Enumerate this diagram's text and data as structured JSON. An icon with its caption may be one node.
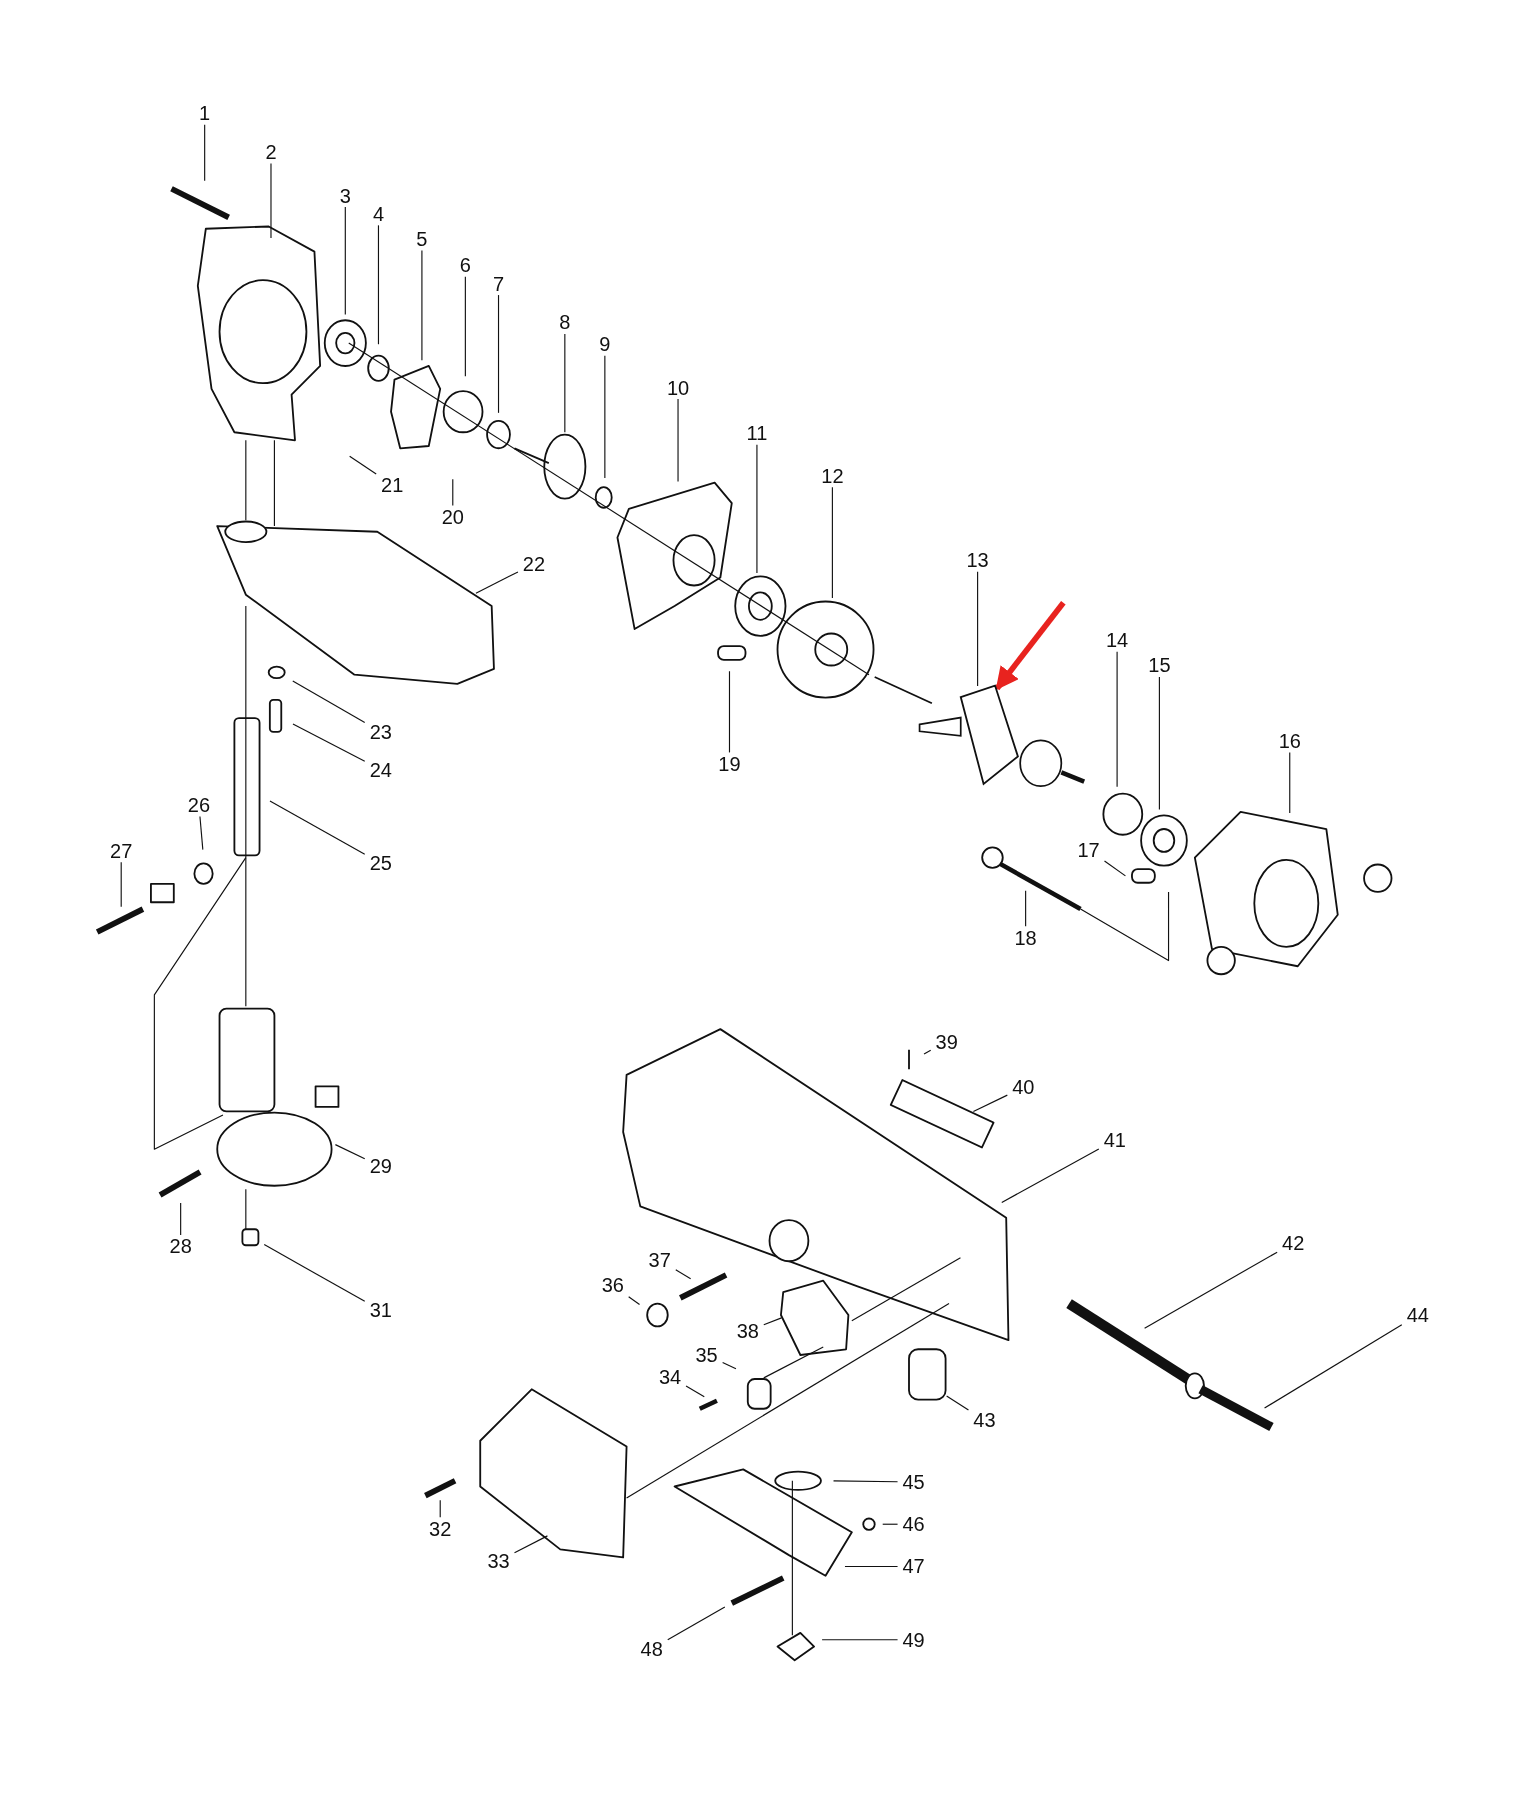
{
  "diagram": {
    "nodes": [
      {
        "text": [
          "1"
        ]
      },
      {
        "text": [
          "2"
        ]
      },
      {
        "text": [
          "3"
        ]
      },
      {
        "text": [
          "4"
        ]
      },
      {
        "text": [
          "5"
        ]
      },
      {
        "text": [
          "6"
        ]
      },
      {
        "text": [
          "7"
        ]
      },
      {
        "text": [
          "8"
        ]
      },
      {
        "text": [
          "9"
        ]
      },
      {
        "text": [
          "10"
        ]
      },
      {
        "text": [
          "11"
        ]
      },
      {
        "text": [
          "12"
        ]
      },
      {
        "text": [
          "13"
        ]
      },
      {
        "text": [
          "14"
        ]
      },
      {
        "text": [
          "15"
        ]
      },
      {
        "text": [
          "16"
        ]
      },
      {
        "text": [
          "17"
        ]
      },
      {
        "text": [
          "18"
        ]
      },
      {
        "text": [
          "19"
        ]
      },
      {
        "text": [
          "20"
        ]
      },
      {
        "text": [
          "21"
        ]
      },
      {
        "text": [
          "22"
        ]
      },
      {
        "text": [
          "23"
        ]
      },
      {
        "text": [
          "24"
        ]
      },
      {
        "text": [
          "25"
        ]
      },
      {
        "text": [
          "26"
        ]
      },
      {
        "text": [
          "27"
        ]
      },
      {
        "text": [
          "28"
        ]
      },
      {
        "text": [
          "29"
        ]
      },
      {
        "text": [
          "31"
        ]
      },
      {
        "text": [
          "32"
        ]
      },
      {
        "text": [
          "33"
        ]
      },
      {
        "text": [
          "34"
        ]
      },
      {
        "text": [
          "35"
        ]
      },
      {
        "text": [
          "36"
        ]
      },
      {
        "text": [
          "37"
        ]
      },
      {
        "text": [
          "38"
        ]
      },
      {
        "text": [
          "39"
        ]
      },
      {
        "text": [
          "40"
        ]
      },
      {
        "text": [
          "41"
        ]
      },
      {
        "text": [
          "42"
        ]
      },
      {
        "text": [
          "43"
        ]
      },
      {
        "text": [
          "44"
        ]
      },
      {
        "text": [
          "45"
        ]
      },
      {
        "text": [
          "46"
        ]
      },
      {
        "text": [
          "47"
        ]
      },
      {
        "text": [
          "48"
        ]
      },
      {
        "text": [
          "49"
        ]
      },
      {
        "text": [],
        "shape": "picture"
      }
    ],
    "edges": [
      {
        "from": 0,
        "to": null,
        "arrow": "none"
      },
      {
        "from": 1,
        "to": null,
        "arrow": "none"
      },
      {
        "from": 2,
        "to": null,
        "arrow": "none"
      },
      {
        "from": 3,
        "to": null,
        "arrow": "none"
      },
      {
        "from": 4,
        "to": null,
        "arrow": "none"
      },
      {
        "from": 5,
        "to": null,
        "arrow": "none"
      },
      {
        "from": 6,
        "to": null,
        "arrow": "none"
      },
      {
        "from": 7,
        "to": null,
        "arrow": "none"
      },
      {
        "from": 8,
        "to": null,
        "arrow": "none"
      },
      {
        "from": 9,
        "to": null,
        "arrow": "none"
      },
      {
        "from": 10,
        "to": null,
        "arrow": "none"
      },
      {
        "from": 11,
        "to": null,
        "arrow": "none"
      },
      {
        "from": 12,
        "to": 48,
        "arrow": "none"
      },
      {
        "from": 13,
        "to": null,
        "arrow": "none"
      },
      {
        "from": 14,
        "to": null,
        "arrow": "none"
      },
      {
        "from": 15,
        "to": null,
        "arrow": "none"
      },
      {
        "from": 16,
        "to": null,
        "arrow": "none"
      },
      {
        "from": 17,
        "to": null,
        "arrow": "none"
      },
      {
        "from": 18,
        "to": null,
        "arrow": "none"
      },
      {
        "from": 19,
        "to": null,
        "arrow": "none"
      },
      {
        "from": 20,
        "to": null,
        "arrow": "none"
      },
      {
        "from": 21,
        "to": null,
        "arrow": "none"
      },
      {
        "from": 22,
        "to": null,
        "arrow": "none"
      },
      {
        "from": 23,
        "to": null,
        "arrow": "none"
      },
      {
        "from": 24,
        "to": null,
        "arrow": "none"
      },
      {
        "from": 25,
        "to": null,
        "arrow": "none"
      },
      {
        "from": 26,
        "to": null,
        "arrow": "none"
      },
      {
        "from": 27,
        "to": null,
        "arrow": "none"
      },
      {
        "from": 28,
        "to": null,
        "arrow": "none"
      },
      {
        "from": 29,
        "to": null,
        "arrow": "none"
      },
      {
        "from": 30,
        "to": null,
        "arrow": "none"
      },
      {
        "from": 31,
        "to": null,
        "arrow": "none"
      },
      {
        "from": 32,
        "to": null,
        "arrow": "none"
      },
      {
        "from": 33,
        "to": null,
        "arrow": "none"
      },
      {
        "from": 34,
        "to": null,
        "arrow": "none"
      },
      {
        "from": 35,
        "to": null,
        "arrow": "none"
      },
      {
        "from": 36,
        "to": null,
        "arrow": "none"
      },
      {
        "from": 37,
        "to": null,
        "arrow": "none"
      },
      {
        "from": 38,
        "to": null,
        "arrow": "none"
      },
      {
        "from": 39,
        "to": null,
        "arrow": "none"
      },
      {
        "from": 40,
        "to": null,
        "arrow": "none"
      },
      {
        "from": 41,
        "to": null,
        "arrow": "none"
      },
      {
        "from": 42,
        "to": null,
        "arrow": "none"
      },
      {
        "from": 43,
        "to": null,
        "arrow": "none"
      },
      {
        "from": 44,
        "to": null,
        "arrow": "none"
      },
      {
        "from": 45,
        "to": null,
        "arrow": "none"
      },
      {
        "from": 46,
        "to": null,
        "arrow": "none"
      },
      {
        "from": 47,
        "to": null,
        "arrow": "none"
      },
      {
        "from": null,
        "to": 48,
        "arrow": "to",
        "style": "thick",
        "color": "#e8231f"
      }
    ]
  }
}
